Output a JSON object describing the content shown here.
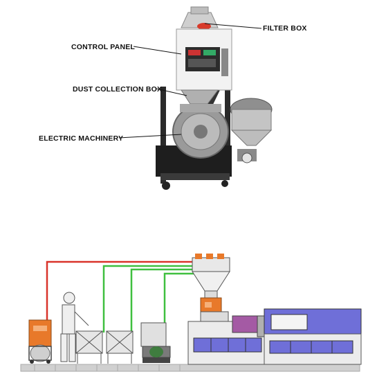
{
  "labels": {
    "filter_box": "FILTER BOX",
    "control_panel": "CONTROL PANEL",
    "dust_collection_box": "DUST COLLECTION BOX",
    "electric_machinery": "ELECTRIC MACHINERY"
  },
  "colors": {
    "red_pipe": "#d9332a",
    "green_pipe": "#3fbf3f",
    "machine_blue": "#6f6fd8",
    "hopper_orange": "#e8792a",
    "steel": "#b8b8b8",
    "floor_brick": "#c8c8c8"
  }
}
